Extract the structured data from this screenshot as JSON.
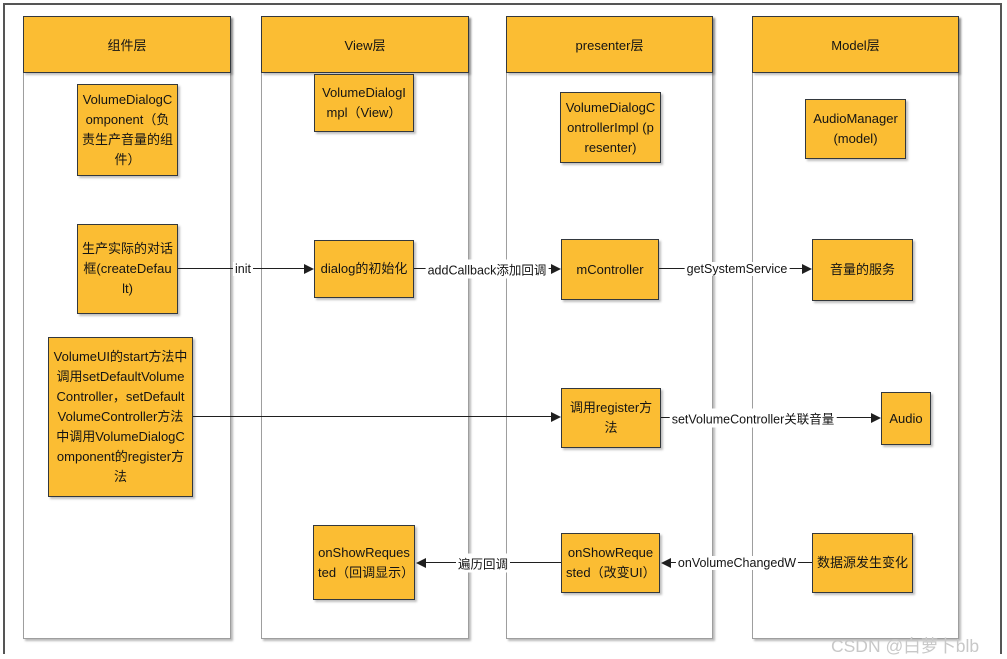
{
  "colors": {
    "node_fill": "#FBBD33",
    "node_border": "#33383D",
    "lane_border": "#9E9E9E",
    "arrow": "#1F1F1F",
    "text": "#141414",
    "watermark": "#C8C8C8",
    "frame_border": "#555555"
  },
  "lanes": [
    {
      "title": "组件层"
    },
    {
      "title": "View层"
    },
    {
      "title": "presenter层"
    },
    {
      "title": "Model层"
    }
  ],
  "nodes": {
    "volume_dialog_component": "VolumeDialogComponent（负责生产音量的组件）",
    "create_dialog": "生产实际的对话框(createDefault)",
    "volume_ui_start": "VolumeUI的start方法中调用setDefaultVolumeController，setDefaultVolumeController方法中调用VolumeDialogComponent的register方法",
    "volume_dialog_impl": "VolumeDialogImpl（View）",
    "dialog_init": "dialog的初始化",
    "on_show_requested_view": "onShowRequested（回调显示）",
    "volume_dialog_controller_impl": "VolumeDialogControllerImpl (presenter)",
    "m_controller": "mController",
    "call_register": "调用register方法",
    "on_show_requested_presenter": "onShowRequested（改变UI）",
    "audio_manager": "AudioManager (model)",
    "volume_service": "音量的服务",
    "audio": "Audio",
    "data_source_change": "数据源发生变化"
  },
  "edges": {
    "init": "init",
    "add_callback": "addCallback添加回调",
    "get_system_service": "getSystemService",
    "set_volume_controller": "setVolumeController关联音量",
    "iterate_callback": "遍历回调",
    "on_volume_changed": "onVolumeChangedW"
  },
  "watermark": "CSDN @白萝卜blb"
}
